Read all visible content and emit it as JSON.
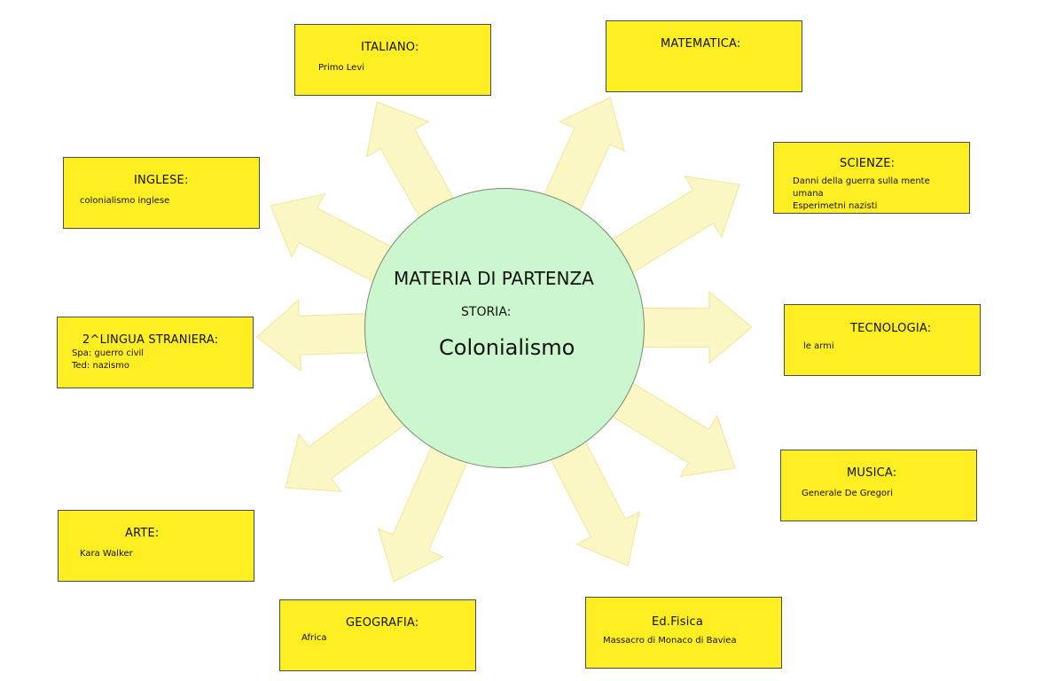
{
  "center": {
    "title": "MATERIA DI PARTENZA",
    "subject": "STORIA:",
    "topic": "Colonialismo"
  },
  "subjects": {
    "italiano": {
      "title": "ITALIANO:",
      "lines": [
        "Primo Levi"
      ]
    },
    "matematica": {
      "title": "MATEMATICA:",
      "lines": []
    },
    "inglese": {
      "title": "INGLESE:",
      "lines": [
        "colonialismo inglese"
      ]
    },
    "scienze": {
      "title": "SCIENZE:",
      "lines": [
        "Danni della guerra sulla mente",
        "umana",
        "Esperimetni nazisti"
      ]
    },
    "lingua2": {
      "title": "2^LINGUA STRANIERA:",
      "lines": [
        "Spa: guerro civil",
        "Ted: nazismo"
      ]
    },
    "tecnologia": {
      "title": "TECNOLOGIA:",
      "lines": [
        "le armi"
      ]
    },
    "musica": {
      "title": "MUSICA:",
      "lines": [
        "Generale De Gregori"
      ]
    },
    "arte": {
      "title": "ARTE:",
      "lines": [
        "Kara Walker"
      ]
    },
    "geografia": {
      "title": "GEOGRAFIA:",
      "lines": [
        "Africa"
      ]
    },
    "edfisica": {
      "title": "Ed.Fisica",
      "lines": [
        "Massacro di Monaco di Baviea"
      ]
    }
  },
  "colors": {
    "box_fill": "#ffee22",
    "center_fill": "#ccf7cc",
    "arrow_fill": "#fbf7c4"
  }
}
